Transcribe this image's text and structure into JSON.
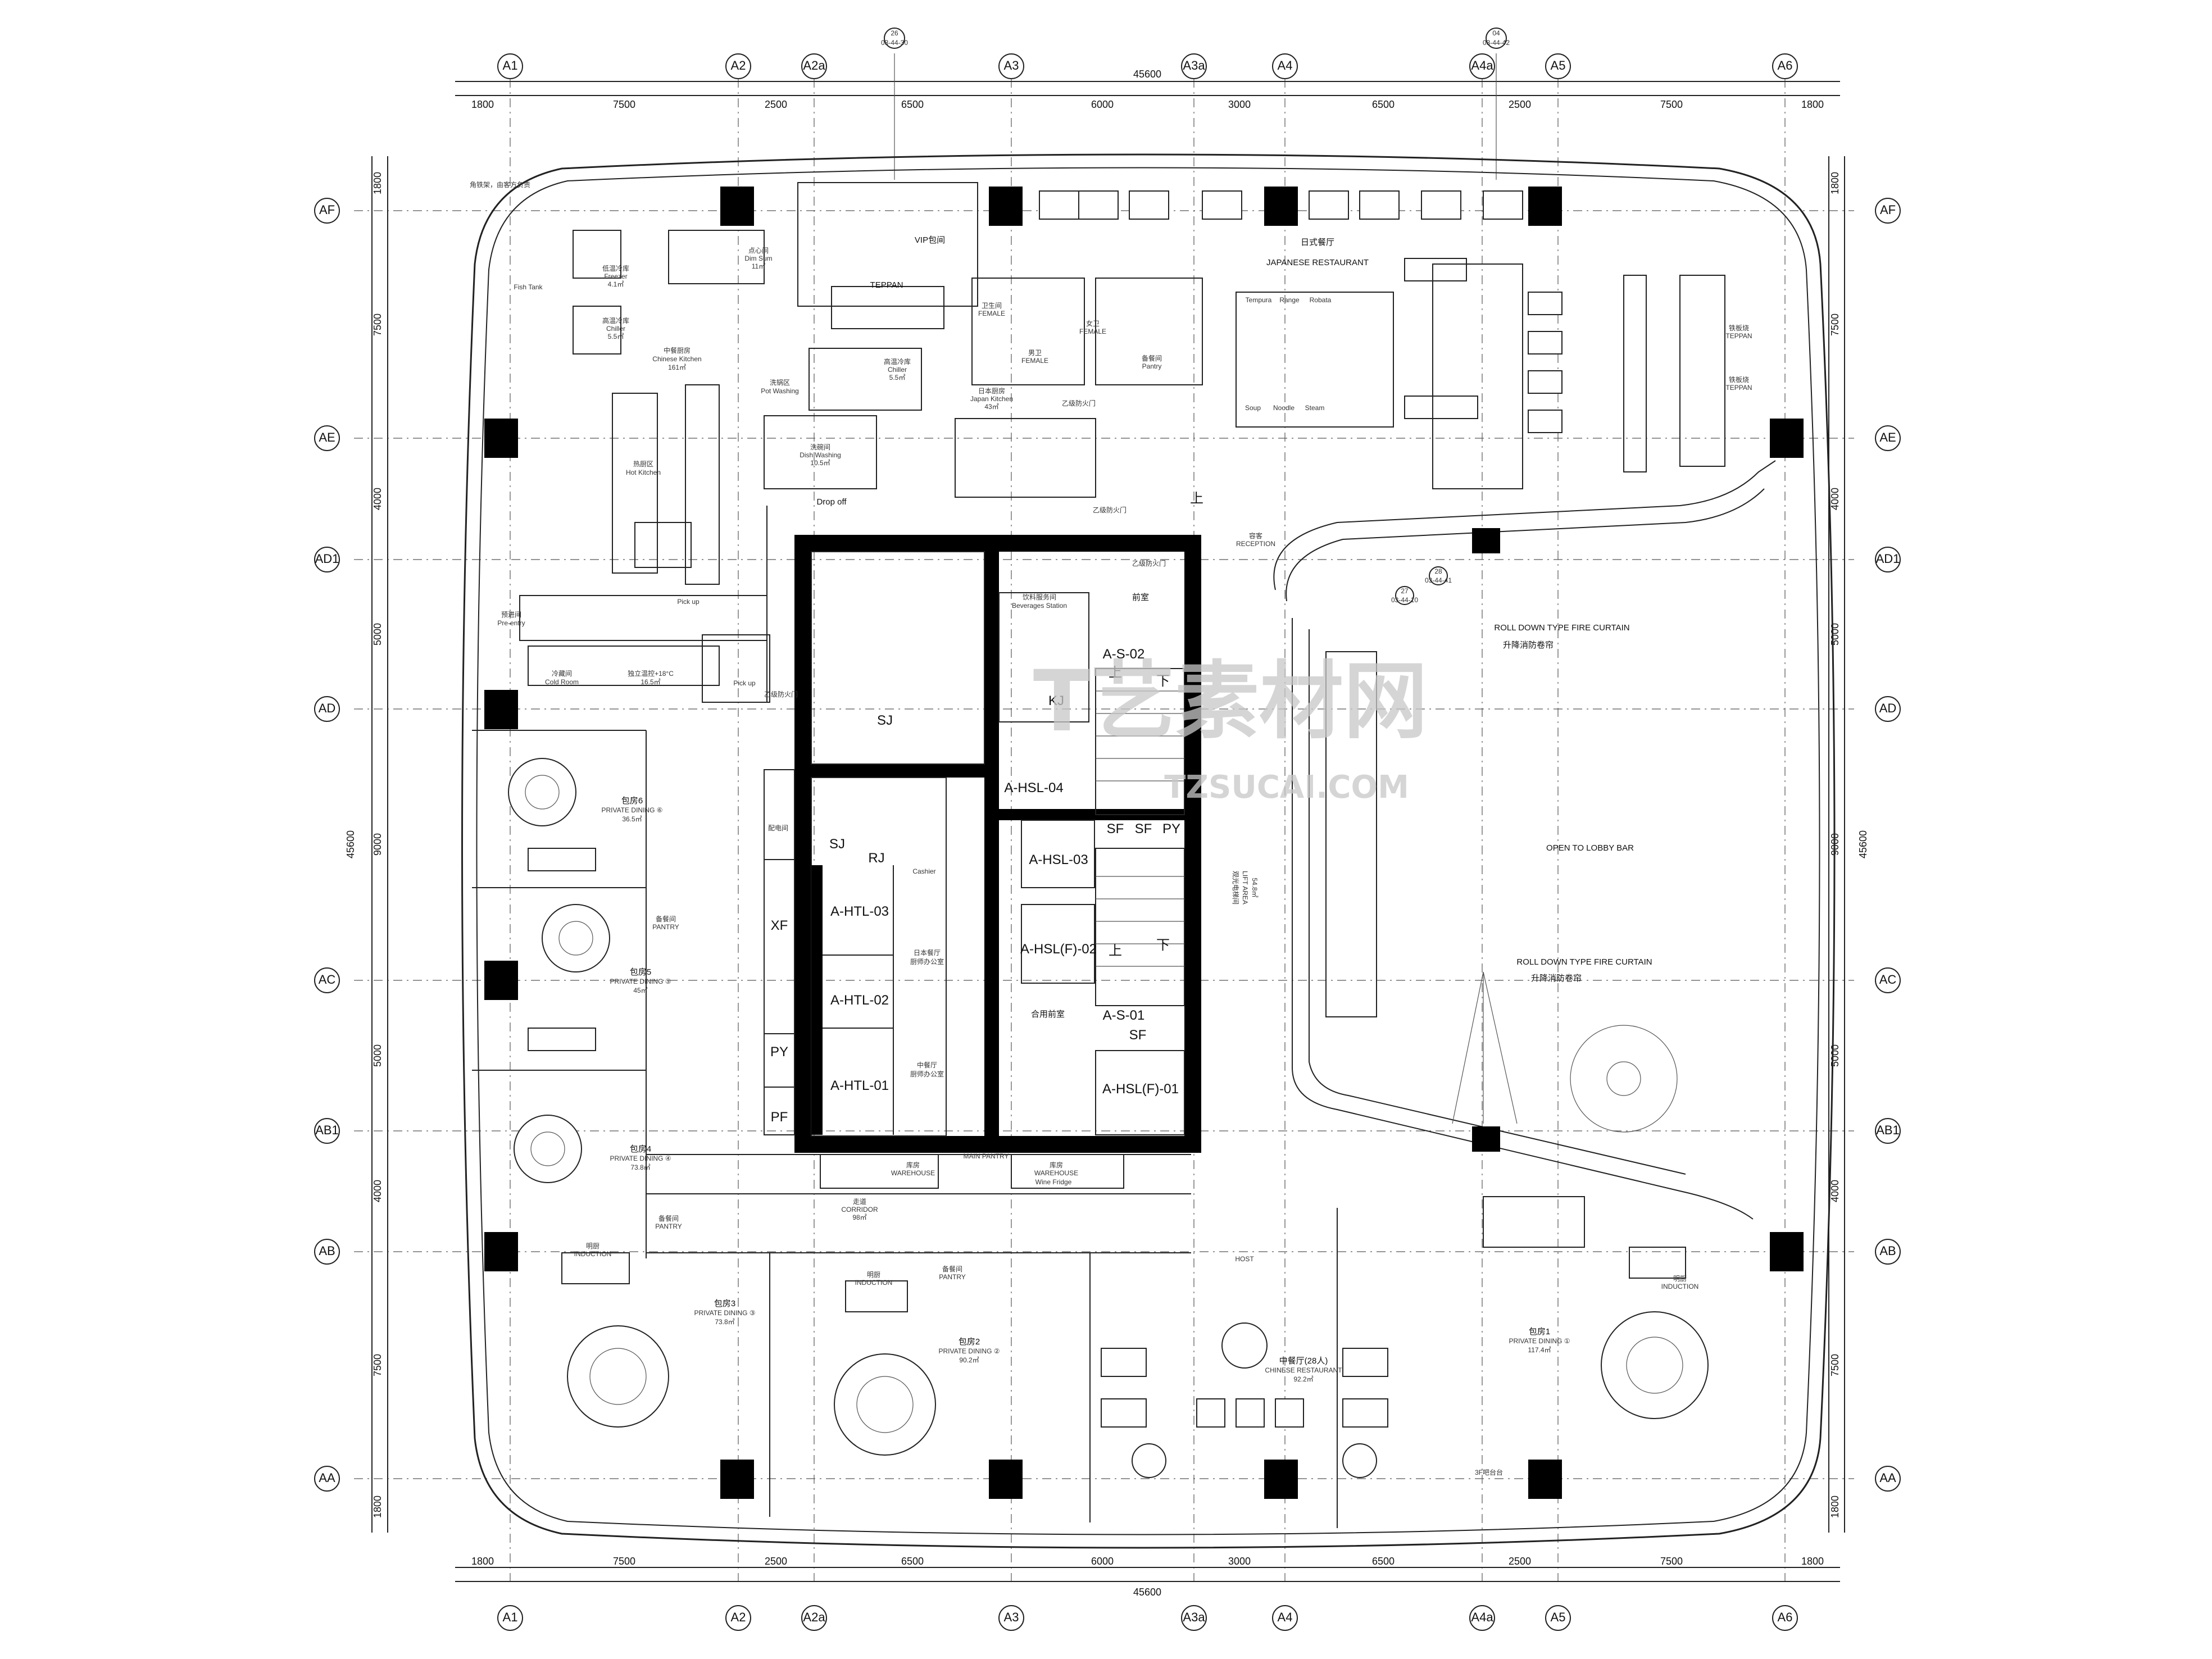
{
  "grid": {
    "columns": [
      "A1",
      "A2",
      "A2a",
      "A3",
      "A3a",
      "A4",
      "A4a",
      "A5",
      "A6"
    ],
    "rows": [
      "AF",
      "AE",
      "AD1",
      "AD",
      "AC",
      "AB1",
      "AB",
      "AA"
    ],
    "col_dims": [
      "1800",
      "7500",
      "2500",
      "6500",
      "6000",
      "3000",
      "6500",
      "2500",
      "7500",
      "1800"
    ],
    "row_dims": [
      "1800",
      "7500",
      "4000",
      "5000",
      "9000",
      "5000",
      "4000",
      "7500",
      "1800"
    ],
    "overall": "45600"
  },
  "section_marks": {
    "top_left_num": "26",
    "top_left_ref": "03-44-30",
    "top_right_num": "04",
    "top_right_ref": "03-44-42",
    "mid_num": "27",
    "mid_ref": "03-44-10",
    "mid2_num": "28",
    "mid2_ref": "03-44-41"
  },
  "notes": {
    "top_left": "角铁架，由客方负责",
    "fish_tank": "Fish Tank"
  },
  "rooms": {
    "vip": "VIP包间",
    "teppan_top": "TEPPAN",
    "japanese_cn": "日式餐厅",
    "japanese_en": "JAPANESE RESTAURANT",
    "freezer_cn": "低温冷库",
    "freezer_en": "Freezer",
    "freezer_area": "4.1㎡",
    "chiller_cn": "高温冷库",
    "chiller_en": "Chiller",
    "chiller_area": "5.5㎡",
    "dim_sum_cn": "点心间",
    "dim_sum_en": "Dim Sum",
    "dim_sum_area": "11㎡",
    "cn_kitchen_cn": "中餐厨房",
    "cn_kitchen_en": "Chinese Kitchen",
    "cn_kitchen_area": "161㎡",
    "pot_cn": "洗锅区",
    "pot_en": "Pot Washing",
    "chiller2_cn": "高温冷库",
    "chiller2_en": "Chiller",
    "chiller2_area": "5.5㎡",
    "jp_kitchen_cn": "日本厨房",
    "jp_kitchen_en": "Japan Kitchen",
    "jp_kitchen_area": "43㎡",
    "female_wc_cn": "卫生间",
    "female_wc_en": "FEMALE",
    "female_cn": "女卫",
    "female_en": "FEMALE",
    "male_cn": "男卫",
    "male_en": "FEMALE",
    "pantry_cn": "备餐间",
    "pantry_en": "Pantry",
    "dish_cn": "洗碗间",
    "dish_en": "Dish Washing",
    "dish_area": "10.5㎡",
    "drop_off": "Drop off",
    "hot_cn": "热厨区",
    "hot_en": "Hot Kitchen",
    "fire_door_1": "乙级防火门",
    "fire_door_2": "乙级防火门",
    "fire_door_3": "乙级防火门",
    "fire_door_4": "乙级防火门",
    "pickup_1": "Pick up",
    "pickup_2": "Pick up",
    "pre_cn": "预进间",
    "pre_en": "Pre-entry",
    "cold_cn": "冷藏间",
    "cold_en": "Cold Room",
    "cold_ind": "独立温控+18°C",
    "cold_area": "16.5㎡",
    "tempura": "Tempura",
    "range": "Range",
    "robata": "Robata",
    "soup": "Soup",
    "noodle": "Noodle",
    "steam": "Steam",
    "teppan_cn_1": "铁板烧",
    "teppan_en_1": "TEPPAN",
    "teppan_cn_2": "铁板烧",
    "teppan_en_2": "TEPPAN",
    "reception_cn": "容客",
    "reception_en": "RECEPTION",
    "bev_cn": "饮料服务间",
    "bev_en": "Beverages Station",
    "front_room": "前室",
    "shared_front": "合用前室",
    "pd6_cn": "包房6",
    "pd6_en": "PRIVATE DINING ⑥",
    "pd6_area": "36.5㎡",
    "pantry_l_cn": "备餐间",
    "pantry_l_en": "PANTRY",
    "pd5_cn": "包房5",
    "pd5_en": "PRIVATE DINING ⑤",
    "pd5_area": "45㎡",
    "pd4_cn": "包房4",
    "pd4_en": "PRIVATE DINING ④",
    "pd4_area": "73.8㎡",
    "pantry_l2_cn": "备餐间",
    "pantry_l2_en": "PANTRY",
    "dist_cn": "配电间",
    "cashier": "Cashier",
    "jp_office_cn_1": "日本餐厅",
    "jp_office_cn_2": "厨师办公室",
    "cn_office_cn_1": "中餐厅",
    "cn_office_cn_2": "厨师办公室",
    "lift_cn": "观光电梯间",
    "lift_en": "LIFT AREA",
    "lift_area": "54.8㎡",
    "curtain_en_1": "ROLL DOWN TYPE FIRE CURTAIN",
    "curtain_cn_1": "升降消防卷帘",
    "curtain_en_2": "ROLL DOWN TYPE FIRE CURTAIN",
    "curtain_cn_2": "升降消防卷帘",
    "open_lobby": "OPEN TO LOBBY BAR",
    "warehouse_cn_1": "库房",
    "warehouse_en_1": "WAREHOUSE",
    "warehouse_cn_2": "库房",
    "warehouse_en_2": "WAREHOUSE",
    "main_pantry": "MAIN PANTRY",
    "wine_fridge": "Wine Fridge",
    "corridor_cn": "走道",
    "corridor_en": "CORRIDOR",
    "corridor_area": "98㎡",
    "ind_l_cn": "明厨",
    "ind_l_en": "INDUCTION",
    "pd3_cn": "包房3",
    "pd3_en": "PRIVATE DINING ③",
    "pd3_area": "73.8㎡",
    "ind_m_cn": "明厨",
    "ind_m_en": "INDUCTION",
    "pantry_m_cn": "备餐间",
    "pantry_m_en": "PANTRY",
    "pd2_cn": "包房2",
    "pd2_en": "PRIVATE DINING ②",
    "pd2_area": "90.2㎡",
    "host": "HOST",
    "cn_rest_cn": "中餐厅(28人)",
    "cn_rest_en": "CHINESE RESTAURANT",
    "cn_rest_area": "92.2㎡",
    "ind_r_cn": "明厨",
    "ind_r_en": "INDUCTION",
    "pd1_cn": "包房1",
    "pd1_en": "PRIVATE DINING ①",
    "pd1_area": "117.4㎡",
    "bar_counter": "3F吧台台"
  },
  "core": {
    "sj_1": "SJ",
    "sj_2": "SJ",
    "rj": "RJ",
    "kj": "KJ",
    "stair_1": "A-S-02",
    "stair_2": "A-S-01",
    "up_1": "上",
    "down_1": "下",
    "up_2": "上",
    "down_2": "下",
    "up_3": "上",
    "hsl04": "A-HSL-04",
    "hsl03": "A-HSL-03",
    "hslf02": "A-HSL(F)-02",
    "hslf01": "A-HSL(F)-01",
    "sf_1": "SF",
    "sf_2": "SF",
    "py_1": "PY",
    "sf_3": "SF",
    "xf": "XF",
    "py_2": "PY",
    "pf": "PF",
    "htl03": "A-HTL-03",
    "htl02": "A-HTL-02",
    "htl01": "A-HTL-01"
  },
  "watermark": {
    "main": "T艺素材网",
    "sub": "TZSUCAI.COM"
  }
}
